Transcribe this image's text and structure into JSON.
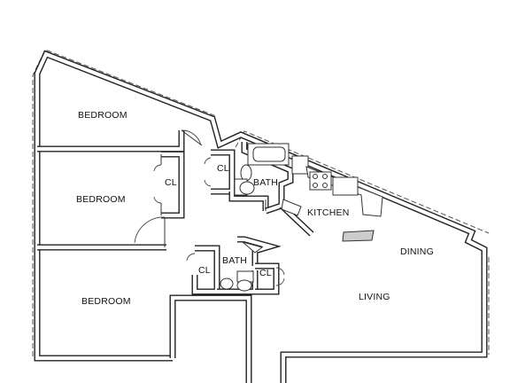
{
  "rooms": {
    "bedroom_1": "BEDROOM",
    "bedroom_2": "BEDROOM",
    "bedroom_3": "BEDROOM",
    "closet_1": "CL",
    "closet_2": "CL",
    "closet_3": "CL",
    "closet_4": "CL",
    "bath_1": "BATH",
    "bath_2": "BATH",
    "kitchen": "KITCHEN",
    "dining": "DINING",
    "living": "LIVING"
  }
}
